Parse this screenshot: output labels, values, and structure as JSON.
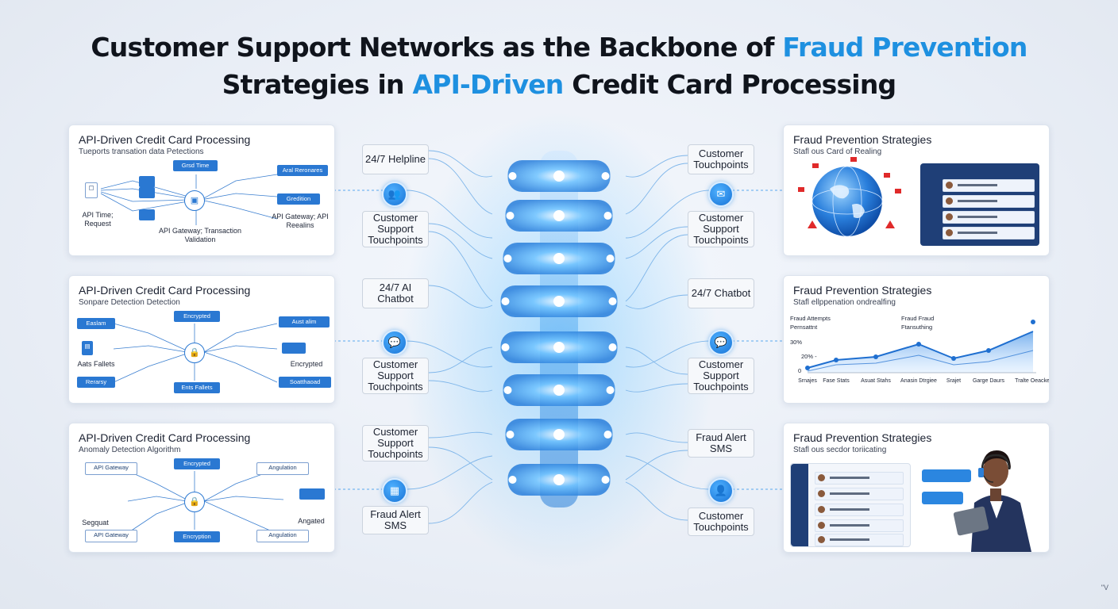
{
  "title": {
    "line1_a": "Customer Support Networks as the Backbone of ",
    "line1_hl": "Fraud Prevention",
    "line2_a": "Strategies in ",
    "line2_hl": "API-Driven",
    "line2_b": " Credit Card Processing"
  },
  "left_panels": [
    {
      "title": "API-Driven Credit Card Processing",
      "subtitle": "Tueports transation data Petections",
      "labels": {
        "top": "Grsd Time",
        "left": "API Time; Request",
        "bottom": "API Gateway; Transaction Validation",
        "right_top": "Aral Reronares",
        "right_mid": "Gredition",
        "right_bottom": "API Gateway; API Reealins"
      }
    },
    {
      "title": "API-Driven Credit Card Processing",
      "subtitle": "Sonpare Detection Detection",
      "labels": {
        "top": "Encrypted",
        "left_top": "Easlam",
        "left_mid": "Aats Fallets",
        "left_bottom": "Rerarsy",
        "bottom": "Ents Fallets",
        "right_top": "Aust alim",
        "right_mid": "Encrypted",
        "right_bottom": "Soatthaoad"
      }
    },
    {
      "title": "API-Driven Credit Card Processing",
      "subtitle": "Anomaly Detection Algorithm",
      "labels": {
        "top": "Encrypted",
        "left_top": "API Gateway",
        "left_mid": "Segquat",
        "left_bottom": "API Gateway",
        "bottom": "Encryption",
        "right_top": "Angulation",
        "right_mid": "Angated",
        "right_bottom": "Angulation"
      }
    }
  ],
  "left_labels": [
    "24/7 Helpline",
    "Customer Support Touchpoints",
    "24/7 AI Chatbot",
    "Customer Support Touchpoints",
    "Customer Support Touchpoints",
    "Fraud Alert SMS"
  ],
  "right_labels": [
    "Customer Touchpoints",
    "Customer Support Touchpoints",
    "24/7 Chatbot",
    "Customer Support Touchpoints",
    "Fraud Alert SMS",
    "Customer Touchpoints"
  ],
  "right_panels": [
    {
      "title": "Fraud Prevention Strategies",
      "subtitle": "Stafl ous Card of Realing"
    },
    {
      "title": "Fraud Prevention Strategies",
      "subtitle": "Stafl ellppenation ondrealfing",
      "chart_labels": {
        "legend_left": "Fraud Attempts Pernsattnt",
        "legend_mid": "Fraud Fraud Ftansuthing",
        "y_top": "30%",
        "y_mid": "20% -",
        "y_zero": "0",
        "x": [
          "Srnajes",
          "Fase Stats",
          "Asuat Stahs",
          "Anasin Dtrgiee",
          "Srajet",
          "Garge Daurs",
          "Tralte Oeacket"
        ]
      }
    },
    {
      "title": "Fraud Prevention Strategies",
      "subtitle": "Stafl ous secdor toriicating"
    }
  ],
  "corner_mark": "\"V"
}
